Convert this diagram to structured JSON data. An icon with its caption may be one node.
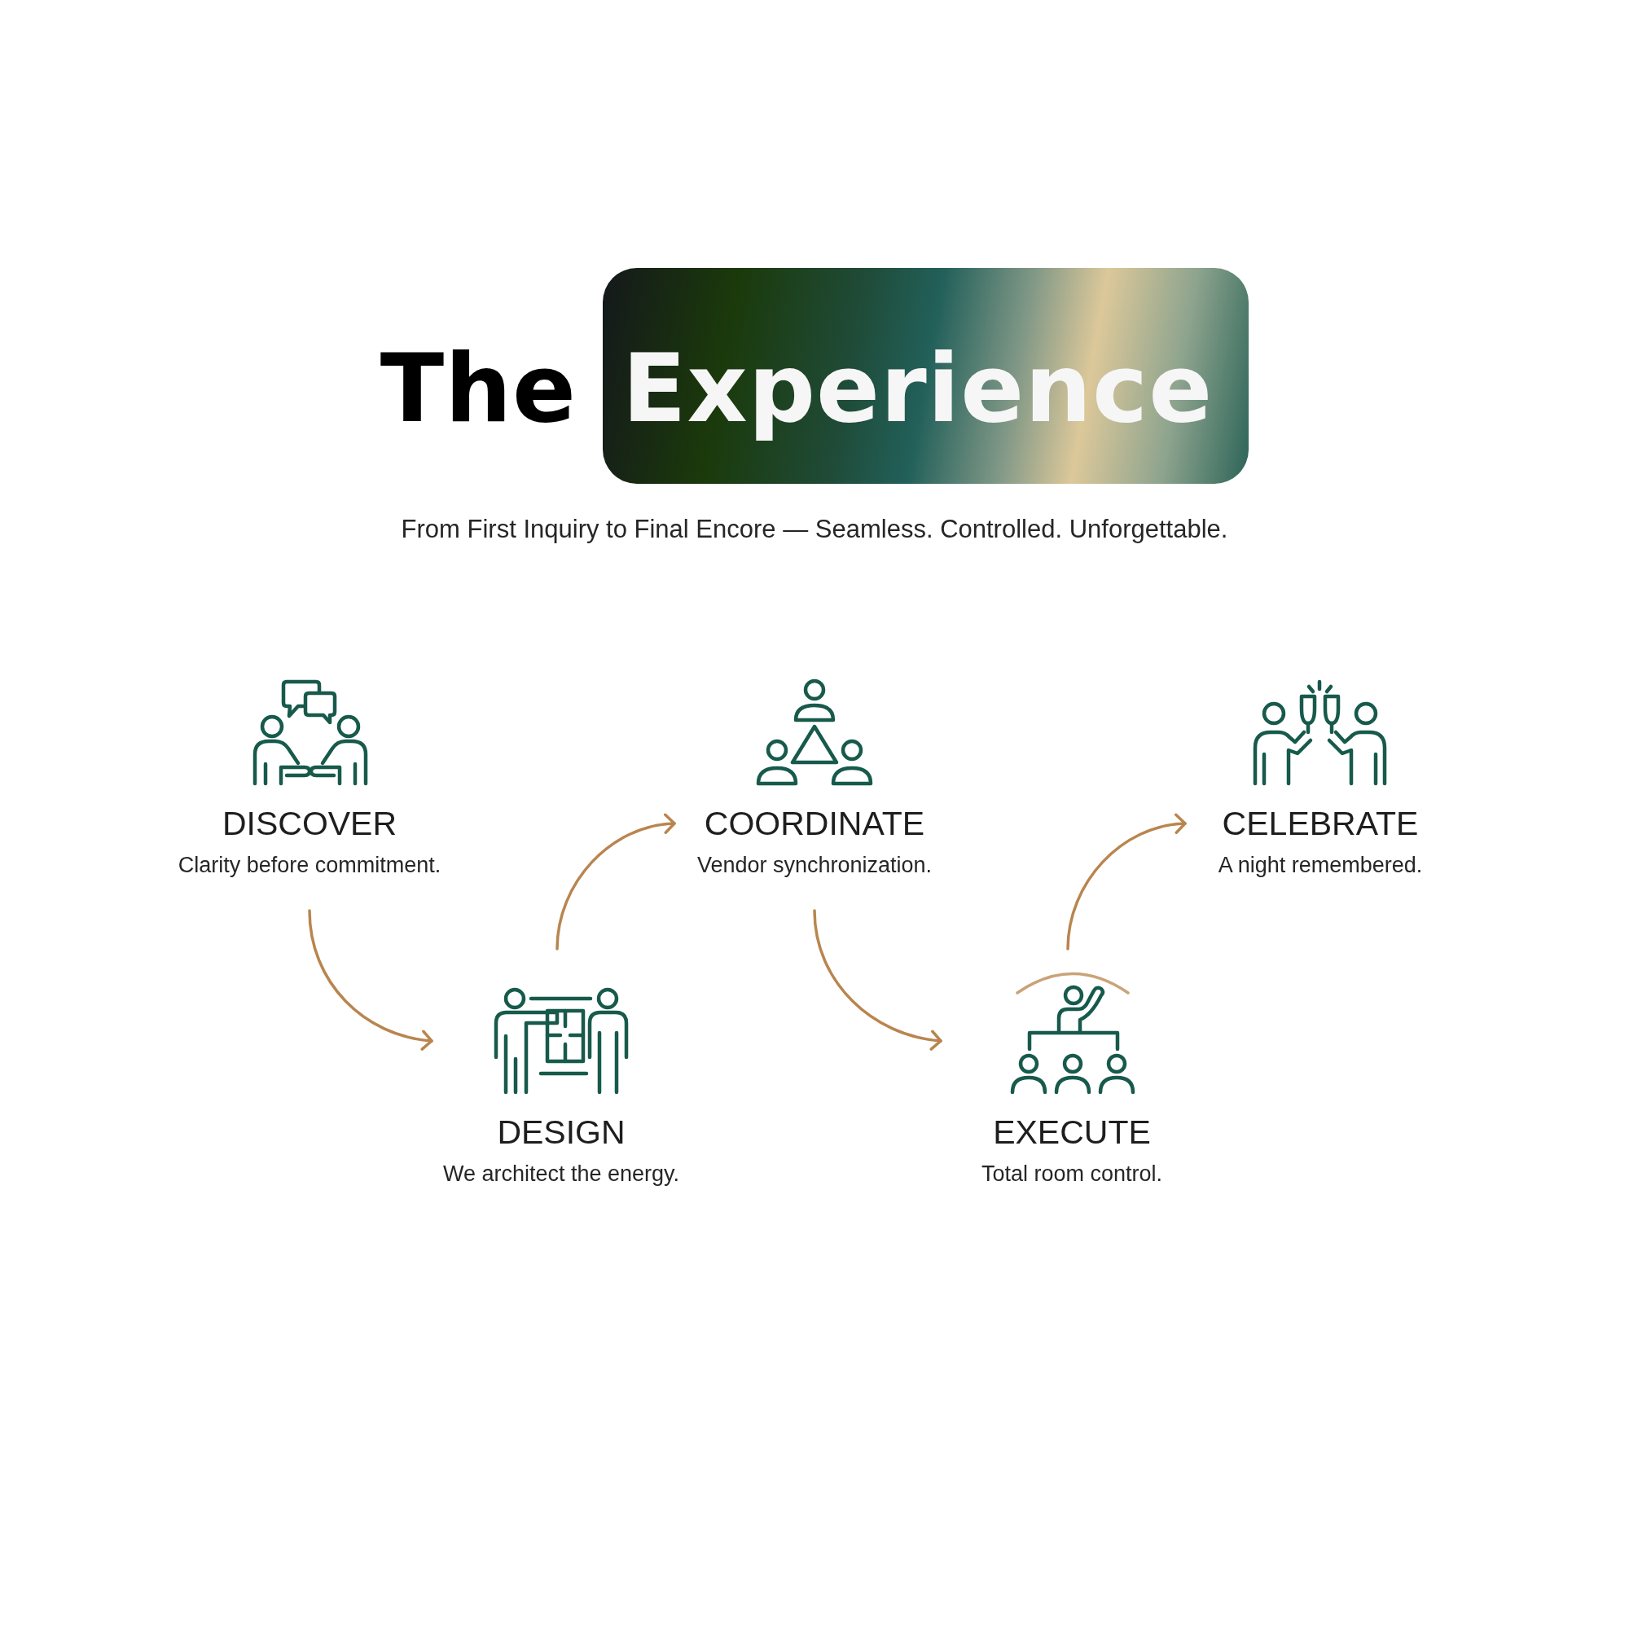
{
  "diagram": {
    "title": "The Experience",
    "nodes": [
      {
        "text": [
          "DISCOVER",
          "Clarity before commitment."
        ]
      },
      {
        "text": [
          "DESIGN",
          "We architect the energy."
        ]
      },
      {
        "text": [
          "COORDINATE",
          "Vendor synchronization."
        ]
      },
      {
        "text": [
          "EXECUTE",
          "Total room control."
        ]
      },
      {
        "text": [
          "CELEBRATE",
          "A night remembered."
        ]
      }
    ],
    "edges": [
      {
        "from": 0,
        "to": 1,
        "arrow": "to"
      },
      {
        "from": 1,
        "to": 2,
        "arrow": "to"
      },
      {
        "from": 2,
        "to": 3,
        "arrow": "to"
      },
      {
        "from": 3,
        "to": 4,
        "arrow": "to"
      }
    ],
    "labels": [
      "From First Inquiry to Final Encore — Seamless. Controlled. Unforgettable."
    ]
  }
}
